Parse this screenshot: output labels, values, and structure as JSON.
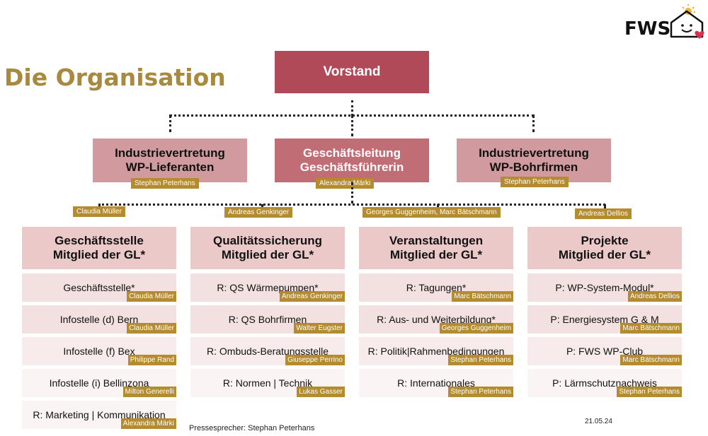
{
  "title": "Die Organisation",
  "logo": {
    "text": "FWS"
  },
  "vorstand": {
    "label": "Vorstand"
  },
  "middle": [
    {
      "line1": "Industrievertretung",
      "line2": "WP-Lieferanten",
      "person": "Stephan Peterhans"
    },
    {
      "line1": "Geschäftsleitung",
      "line2": "Geschäftsführerin",
      "person": "Alexandra Märki"
    },
    {
      "line1": "Industrievertretung",
      "line2": "WP-Bohrfirmen",
      "person": "Stephan Peterhans"
    }
  ],
  "branch_tags": [
    "Claudia Müller",
    "Andreas Genkinger",
    "Georges Guggenheim, Marc Bätschmann",
    "Andreas Dellios"
  ],
  "columns": [
    {
      "line1": "Geschäftsstelle",
      "line2": "Mitglied der GL*",
      "items": [
        {
          "label": "Geschäftsstelle*",
          "person": "Claudia Müller"
        },
        {
          "label": "Infostelle (d) Bern",
          "person": "Claudia Müller"
        },
        {
          "label": "Infostelle (f) Bex",
          "person": "Philippe Rand"
        },
        {
          "label": "Infostelle (i) Bellinzona",
          "person": "Milton Generelli"
        },
        {
          "label": "R: Marketing | Kommunikation",
          "person": "Alexandra Märki"
        }
      ]
    },
    {
      "line1": "Qualitätssicherung",
      "line2": "Mitglied der GL*",
      "items": [
        {
          "label": "R: QS Wärmepumpen*",
          "person": "Andreas Genkinger"
        },
        {
          "label": "R: QS Bohrfirmen",
          "person": "Walter Eugster"
        },
        {
          "label": "R: Ombuds-Beratungsstelle",
          "person": "Giuseppe Perrino"
        },
        {
          "label": "R: Normen | Technik",
          "person": "Lukas Gasser"
        }
      ]
    },
    {
      "line1": "Veranstaltungen",
      "line2": "Mitglied der GL*",
      "items": [
        {
          "label": "R: Tagungen*",
          "person": "Marc Bätschmann"
        },
        {
          "label": "R: Aus- und Weiterbildung*",
          "person": "Georges Guggenheim"
        },
        {
          "label": "R: Politik|Rahmenbedingungen",
          "person": "Stephan Peterhans"
        },
        {
          "label": "R: Internationales",
          "person": "Stephan Peterhans"
        }
      ]
    },
    {
      "line1": "Projekte",
      "line2": "Mitglied der GL*",
      "items": [
        {
          "label": "P: WP-System-Modul*",
          "person": "Andreas Dellios"
        },
        {
          "label": "P: Energiesystem G & M",
          "person": "Marc Bätschmann"
        },
        {
          "label": "P: FWS WP-Club",
          "person": "Marc Bätschmann"
        },
        {
          "label": "P: Lärmschutznachweis",
          "person": "Stephan Peterhans"
        }
      ]
    }
  ],
  "footer": {
    "spokesperson": "Pressesprecher: Stephan Peterhans",
    "date": "21.05.24"
  }
}
